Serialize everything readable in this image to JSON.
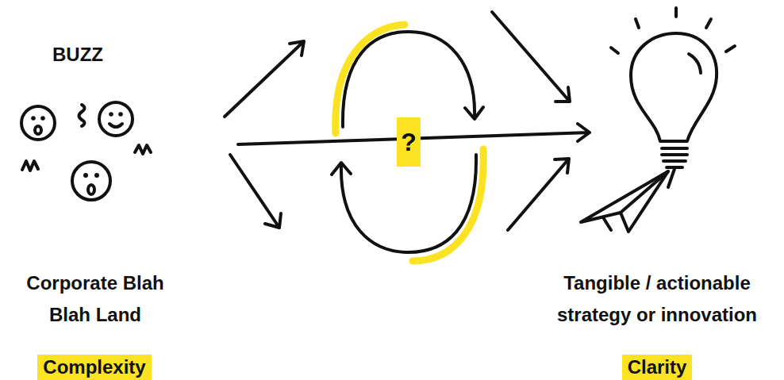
{
  "diagram": {
    "nodes": [
      {
        "text": [
          "Complexity"
        ]
      },
      {
        "text": [
          "?"
        ]
      },
      {
        "text": [
          "Clarity"
        ]
      }
    ],
    "labels": [
      "BUZZ",
      "Corporate Blah Blah Land",
      "Tangible / actionable strategy or innovation"
    ]
  }
}
